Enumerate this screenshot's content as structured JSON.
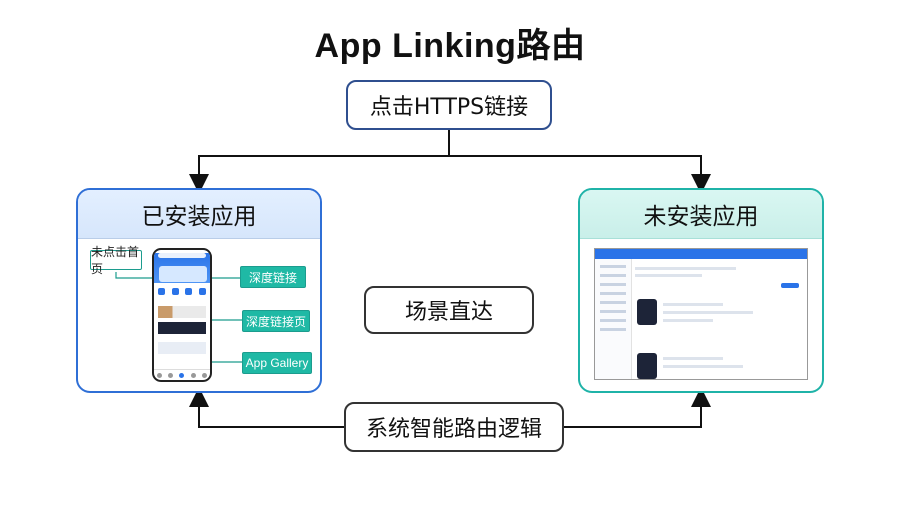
{
  "title": "App Linking路由",
  "nodes": {
    "top": "点击HTTPS链接",
    "middle": "场景直达",
    "bottom": "系统智能路由逻辑"
  },
  "panels": {
    "installed": {
      "title": "已安装应用",
      "callouts": {
        "not_clicked": "未点击首页",
        "deep_link": "深度链接",
        "deep_link_page": "深度链接页",
        "app_gallery": "App Gallery"
      }
    },
    "not_installed": {
      "title": "未安装应用"
    }
  },
  "colors": {
    "installed_border": "#2f6fd6",
    "not_installed_border": "#1fb3a8",
    "callout_fill": "#1fb9a5"
  }
}
